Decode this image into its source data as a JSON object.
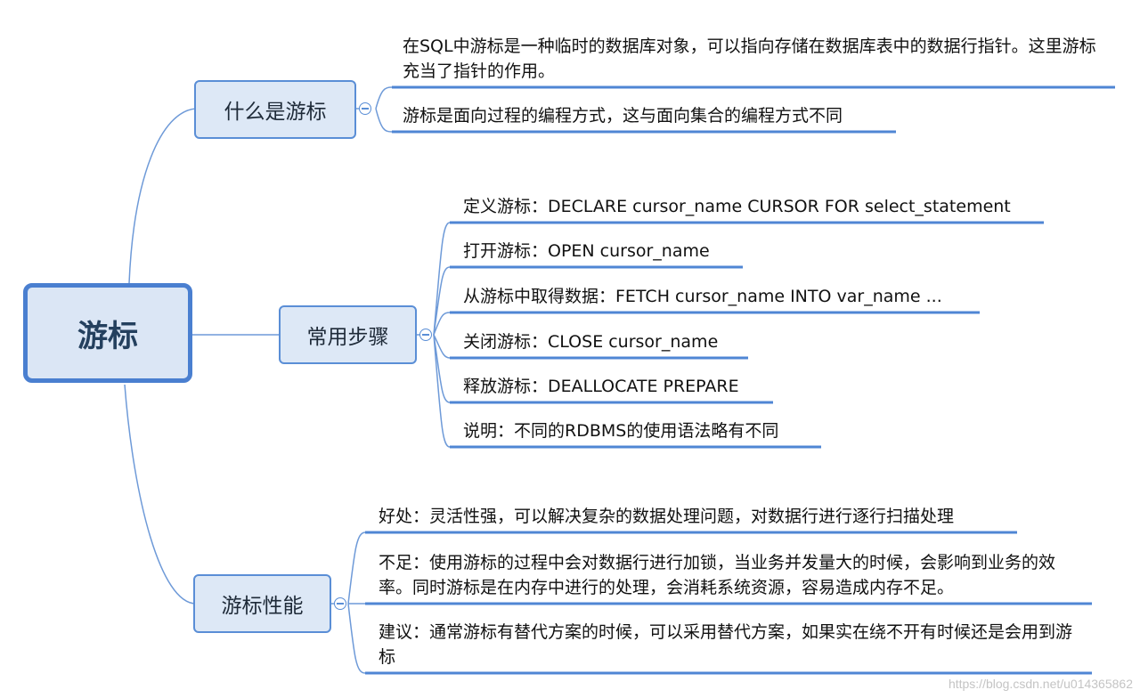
{
  "root": {
    "label": "游标"
  },
  "branches": [
    {
      "label": "什么是游标",
      "leaves": [
        "在SQL中游标是一种临时的数据库对象，可以指向存储在数据库表中的数据行指针。这里游标充当了指针的作用。",
        "游标是面向过程的编程方式，这与面向集合的编程方式不同"
      ]
    },
    {
      "label": "常用步骤",
      "leaves": [
        "定义游标：DECLARE cursor_name CURSOR FOR select_statement",
        "打开游标：OPEN cursor_name",
        "从游标中取得数据：FETCH cursor_name INTO var_name ...",
        "关闭游标：CLOSE cursor_name",
        "释放游标：DEALLOCATE PREPARE",
        "说明：不同的RDBMS的使用语法略有不同"
      ]
    },
    {
      "label": "游标性能",
      "leaves": [
        "好处：灵活性强，可以解决复杂的数据处理问题，对数据行进行逐行扫描处理",
        "不足：使用游标的过程中会对数据行进行加锁，当业务并发量大的时候，会影响到业务的效率。同时游标是在内存中进行的处理，会消耗系统资源，容易造成内存不足。",
        "建议：通常游标有替代方案的时候，可以采用替代方案，如果实在绕不开有时候还是会用到游标"
      ]
    }
  ],
  "watermark": "https://blog.csdn.net/u014365862",
  "colors": {
    "line": "#4f86d4",
    "node_fill": "#dde8f6",
    "node_border": "#5a8ed6"
  }
}
